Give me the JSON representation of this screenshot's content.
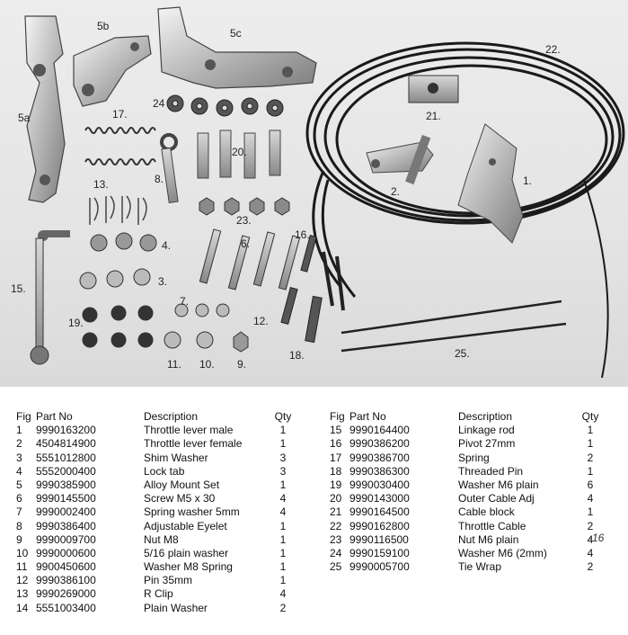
{
  "figure_labels": [
    {
      "id": "5a",
      "text": "5a"
    },
    {
      "id": "5b",
      "text": "5b"
    },
    {
      "id": "5c",
      "text": "5c"
    },
    {
      "id": "22",
      "text": "22."
    },
    {
      "id": "24",
      "text": "24"
    },
    {
      "id": "17",
      "text": "17."
    },
    {
      "id": "21",
      "text": "21."
    },
    {
      "id": "20",
      "text": "20."
    },
    {
      "id": "8",
      "text": "8."
    },
    {
      "id": "13",
      "text": "13."
    },
    {
      "id": "2",
      "text": "2."
    },
    {
      "id": "1",
      "text": "1."
    },
    {
      "id": "23",
      "text": "23."
    },
    {
      "id": "4",
      "text": "4."
    },
    {
      "id": "6",
      "text": "6."
    },
    {
      "id": "16",
      "text": "16."
    },
    {
      "id": "15",
      "text": "15."
    },
    {
      "id": "3",
      "text": "3."
    },
    {
      "id": "7",
      "text": "7."
    },
    {
      "id": "19",
      "text": "19."
    },
    {
      "id": "12",
      "text": "12."
    },
    {
      "id": "11",
      "text": "11."
    },
    {
      "id": "10",
      "text": "10."
    },
    {
      "id": "9",
      "text": "9."
    },
    {
      "id": "18",
      "text": "18."
    },
    {
      "id": "25",
      "text": "25."
    }
  ],
  "table": {
    "headers": {
      "fig": "Fig",
      "part_no": "Part No",
      "description": "Description",
      "qty": "Qty"
    },
    "left_rows": [
      {
        "fig": "1",
        "part_no": "9990163200",
        "description": "Throttle lever male",
        "qty": "1"
      },
      {
        "fig": "2",
        "part_no": "4504814900",
        "description": "Throttle lever female",
        "qty": "1"
      },
      {
        "fig": "3",
        "part_no": "5551012800",
        "description": "Shim Washer",
        "qty": "3"
      },
      {
        "fig": "4",
        "part_no": "5552000400",
        "description": "Lock tab",
        "qty": "3"
      },
      {
        "fig": "5",
        "part_no": "9990385900",
        "description": "Alloy Mount Set",
        "qty": "1"
      },
      {
        "fig": "6",
        "part_no": "9990145500",
        "description": "Screw M5 x 30",
        "qty": "4"
      },
      {
        "fig": "7",
        "part_no": "9990002400",
        "description": "Spring washer 5mm",
        "qty": "4"
      },
      {
        "fig": "8",
        "part_no": "9990386400",
        "description": "Adjustable Eyelet",
        "qty": "1"
      },
      {
        "fig": "9",
        "part_no": "9990009700",
        "description": "Nut M8",
        "qty": "1"
      },
      {
        "fig": "10",
        "part_no": "9990000600",
        "description": "5/16 plain washer",
        "qty": "1"
      },
      {
        "fig": "11",
        "part_no": "9900450600",
        "description": "Washer M8 Spring",
        "qty": "1"
      },
      {
        "fig": "12",
        "part_no": "9990386100",
        "description": "Pin 35mm",
        "qty": "1"
      },
      {
        "fig": "13",
        "part_no": "9990269000",
        "description": "R Clip",
        "qty": "4"
      },
      {
        "fig": "14",
        "part_no": "5551003400",
        "description": "Plain Washer",
        "qty": "2"
      }
    ],
    "right_rows": [
      {
        "fig": "15",
        "part_no": "9990164400",
        "description": "Linkage rod",
        "qty": "1"
      },
      {
        "fig": "16",
        "part_no": "9990386200",
        "description": "Pivot 27mm",
        "qty": "1"
      },
      {
        "fig": "17",
        "part_no": "9990386700",
        "description": "Spring",
        "qty": "2"
      },
      {
        "fig": "18",
        "part_no": "9990386300",
        "description": "Threaded Pin",
        "qty": "1"
      },
      {
        "fig": "19",
        "part_no": "9990030400",
        "description": "Washer M6 plain",
        "qty": "6"
      },
      {
        "fig": "20",
        "part_no": "9990143000",
        "description": "Outer Cable Adj",
        "qty": "4"
      },
      {
        "fig": "21",
        "part_no": "9990164500",
        "description": "Cable block",
        "qty": "1"
      },
      {
        "fig": "22",
        "part_no": "9990162800",
        "description": "Throttle Cable",
        "qty": "2"
      },
      {
        "fig": "23",
        "part_no": "9990116500",
        "description": "Nut M6 plain",
        "qty": "4"
      },
      {
        "fig": "24",
        "part_no": "9990159100",
        "description": "Washer M6 (2mm)",
        "qty": "4"
      },
      {
        "fig": "25",
        "part_no": "9990005700",
        "description": "Tie Wrap",
        "qty": "2"
      }
    ],
    "handwritten_note": "-16"
  }
}
